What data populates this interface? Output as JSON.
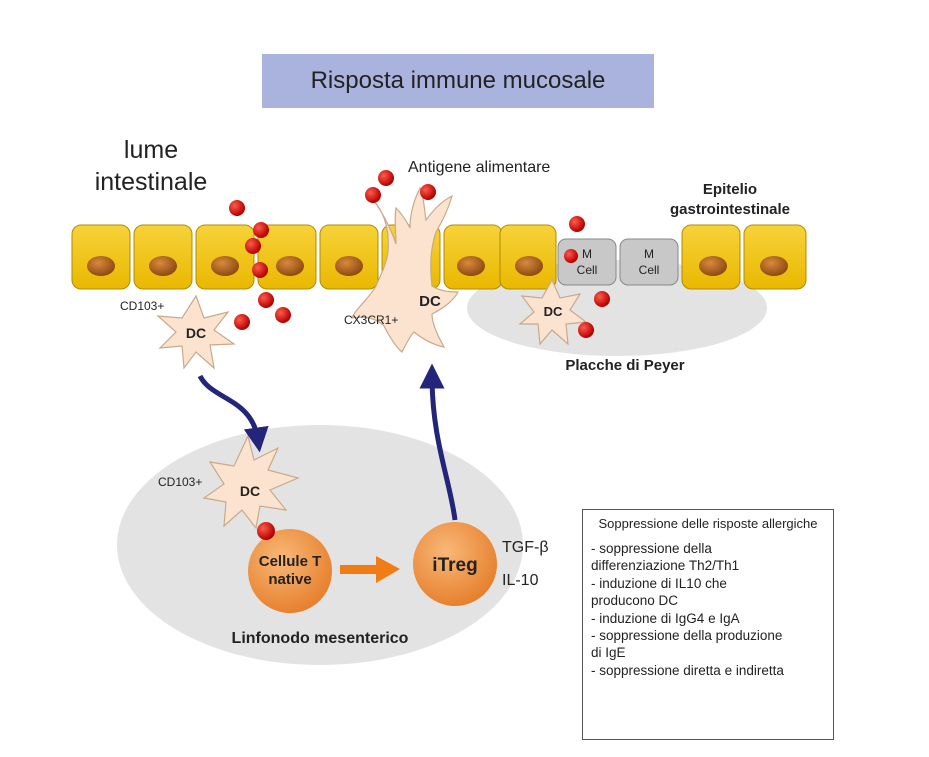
{
  "title": "Risposta immune mucosale",
  "lumen_label": "lume intestinale",
  "antigen_label": "Antigene alimentare",
  "epithelium_label_line1": "Epitelio",
  "epithelium_label_line2": "gastrointestinale",
  "peyer_label": "Placche di Peyer",
  "node_label": "Linfonodo mesenterico",
  "mcell_label_1_line1": "M",
  "mcell_label_1_line2": "Cell",
  "mcell_label_2_line1": "M",
  "mcell_label_2_line2": "Cell",
  "dc_label": "DC",
  "cd103_top_label": "CD103+",
  "cd103_node_label": "CD103+",
  "cx3cr1_label": "CX3CR1+",
  "naive_t_line1": "Cellule T",
  "naive_t_line2": "native",
  "itreg_label": "iTreg",
  "tgf_label": "TGF-β",
  "il10_label": "IL-10",
  "info_box": {
    "title": "Soppressione delle risposte allergiche",
    "items": [
      "- soppressione della",
      "differenziazione Th2/Th1",
      "- induzione di IL10 che",
      "producono DC",
      "- induzione di IgG4 e IgA",
      "- soppressione della produzione",
      "di IgE",
      "- soppressione diretta e indiretta"
    ]
  },
  "colors": {
    "title_bg": "#a9b3dd",
    "epithelial_cell": "#f2c200",
    "nucleus": "#b3621a",
    "antigen": "#d90f0f",
    "dc_fill": "#fbe3cf",
    "t_cell": "#f39a4c",
    "arrow_blue": "#23257a",
    "arrow_orange": "#f07c16",
    "shadow_gray": "#e3e3e3",
    "mcell": "#c8c8c8"
  }
}
